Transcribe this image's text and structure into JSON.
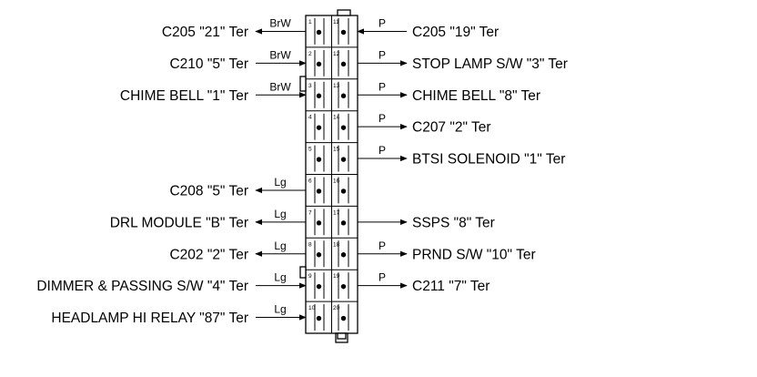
{
  "connector": {
    "pins_left": [
      "1",
      "2",
      "3",
      "4",
      "5",
      "6",
      "7",
      "8",
      "9",
      "10"
    ],
    "pins_right": [
      "11",
      "12",
      "13",
      "14",
      "15",
      "16",
      "17",
      "18",
      "19",
      "20"
    ]
  },
  "left_wires": [
    {
      "label": "C205 \"21\" Ter",
      "color": "BrW",
      "direction": "out",
      "row": 0
    },
    {
      "label": "C210 \"5\" Ter",
      "color": "BrW",
      "direction": "in",
      "row": 1
    },
    {
      "label": "CHIME BELL \"1\" Ter",
      "color": "BrW",
      "direction": "in",
      "row": 2
    },
    {
      "label": "C208 \"5\" Ter",
      "color": "Lg",
      "direction": "out",
      "row": 5
    },
    {
      "label": "DRL MODULE \"B\" Ter",
      "color": "Lg",
      "direction": "out",
      "row": 6
    },
    {
      "label": "C202 \"2\" Ter",
      "color": "Lg",
      "direction": "out",
      "row": 7
    },
    {
      "label": "DIMMER & PASSING S/W \"4\" Ter",
      "color": "Lg",
      "direction": "in",
      "row": 8
    },
    {
      "label": "HEADLAMP HI RELAY \"87\" Ter",
      "color": "Lg",
      "direction": "in",
      "row": 9
    }
  ],
  "right_wires": [
    {
      "label": "C205 \"19\" Ter",
      "color": "P",
      "direction": "in",
      "row": 0
    },
    {
      "label": "STOP LAMP S/W \"3\" Ter",
      "color": "P",
      "direction": "out",
      "row": 1
    },
    {
      "label": "CHIME BELL \"8\" Ter",
      "color": "P",
      "direction": "out",
      "row": 2
    },
    {
      "label": "C207 \"2\" Ter",
      "color": "P",
      "direction": "out",
      "row": 3
    },
    {
      "label": "BTSI SOLENOID \"1\" Ter",
      "color": "P",
      "direction": "out",
      "row": 4
    },
    {
      "label": "SSPS \"8\" Ter",
      "color": "",
      "direction": "out",
      "row": 6
    },
    {
      "label": "PRND S/W \"10\" Ter",
      "color": "P",
      "direction": "out",
      "row": 7
    },
    {
      "label": "C211 \"7\" Ter",
      "color": "P",
      "direction": "out",
      "row": 8
    }
  ]
}
